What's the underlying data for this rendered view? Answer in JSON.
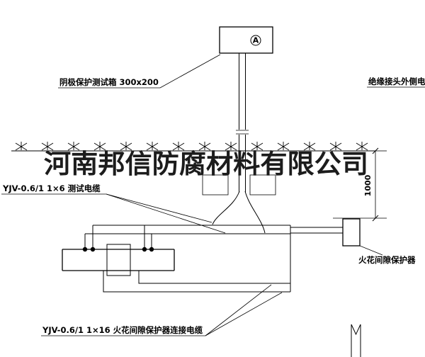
{
  "watermark": "河南邦信防腐材料有限公司",
  "test_box": {
    "meter_label": "A"
  },
  "labels": {
    "test_box": "阴极保护测试箱 300x200",
    "outer_cable": "绝缘接头外侧电缆",
    "test_cable": "YJV-0.6/1 1×6  测试电缆",
    "spark_protector": "火花间隙保护器",
    "protector_cable": "YJV-0.6/1 1×16  火花间隙保护器连接电缆",
    "dimension_1000": "1000"
  },
  "colors": {
    "line": "#000000",
    "background": "#ffffff",
    "watermark": "#1c1c1c"
  }
}
